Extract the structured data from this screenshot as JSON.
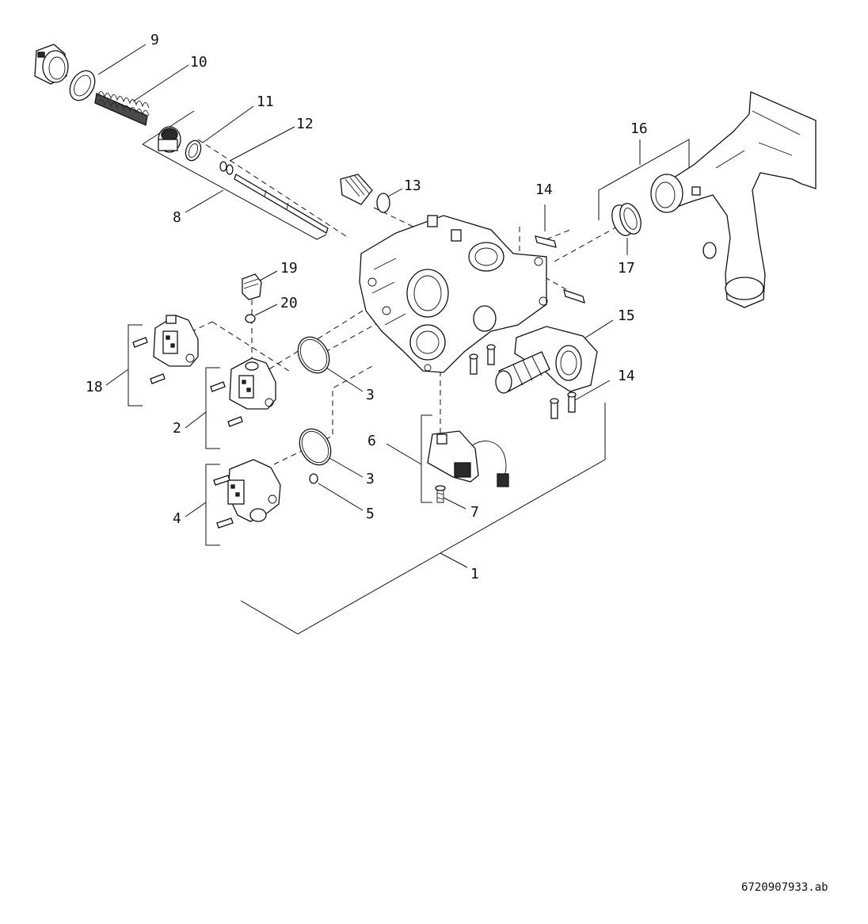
{
  "document_id": "6720907933.ab",
  "callouts": [
    {
      "id": "c1",
      "text": "1"
    },
    {
      "id": "c2",
      "text": "2"
    },
    {
      "id": "c3a",
      "text": "3"
    },
    {
      "id": "c3b",
      "text": "3"
    },
    {
      "id": "c4",
      "text": "4"
    },
    {
      "id": "c5",
      "text": "5"
    },
    {
      "id": "c6",
      "text": "6"
    },
    {
      "id": "c7",
      "text": "7"
    },
    {
      "id": "c8",
      "text": "8"
    },
    {
      "id": "c9",
      "text": "9"
    },
    {
      "id": "c10",
      "text": "10"
    },
    {
      "id": "c11",
      "text": "11"
    },
    {
      "id": "c12",
      "text": "12"
    },
    {
      "id": "c13",
      "text": "13"
    },
    {
      "id": "c14a",
      "text": "14"
    },
    {
      "id": "c14b",
      "text": "14"
    },
    {
      "id": "c15",
      "text": "15"
    },
    {
      "id": "c16",
      "text": "16"
    },
    {
      "id": "c17",
      "text": "17"
    },
    {
      "id": "c18",
      "text": "18"
    },
    {
      "id": "c19",
      "text": "19"
    },
    {
      "id": "c20",
      "text": "20"
    }
  ]
}
